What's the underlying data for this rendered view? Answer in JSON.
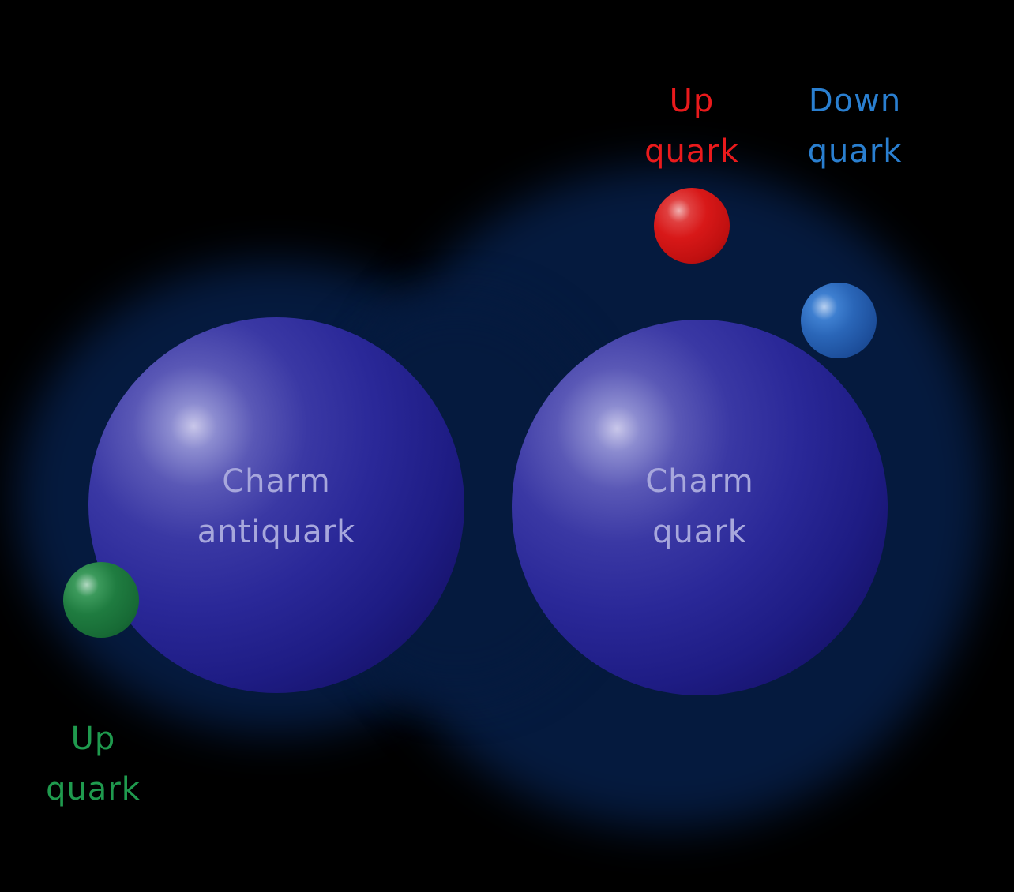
{
  "diagram": {
    "background_color": "#000000",
    "cloud_color": "#051a3e",
    "particles": [
      {
        "id": "charm-antiquark",
        "label_lines": [
          "Charm",
          "antiquark"
        ],
        "color": "#2a2898",
        "label_color": "#a7a7dc",
        "size": "large"
      },
      {
        "id": "charm-quark",
        "label_lines": [
          "Charm",
          "quark"
        ],
        "color": "#2a2898",
        "label_color": "#a7a7dc",
        "size": "large"
      },
      {
        "id": "up-quark-red",
        "label_lines": [
          "Up",
          "quark"
        ],
        "color": "#d81818",
        "label_color": "#ea1a1c",
        "size": "small"
      },
      {
        "id": "down-quark-blue",
        "label_lines": [
          "Down",
          "quark"
        ],
        "color": "#2a66b8",
        "label_color": "#2a7fd0",
        "size": "small"
      },
      {
        "id": "up-quark-green",
        "label_lines": [
          "Up",
          "quark"
        ],
        "color": "#1f7c40",
        "label_color": "#1f9a4e",
        "size": "small"
      }
    ]
  }
}
